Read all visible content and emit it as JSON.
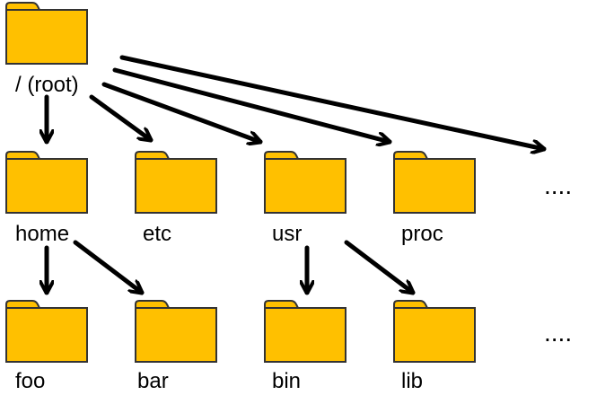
{
  "tree": {
    "root": {
      "label": "/ (root)"
    },
    "level1": [
      {
        "label": "home"
      },
      {
        "label": "etc"
      },
      {
        "label": "usr"
      },
      {
        "label": "proc"
      }
    ],
    "level1_more": "....",
    "level2": [
      {
        "label": "foo",
        "parent": "home"
      },
      {
        "label": "bar",
        "parent": "home"
      },
      {
        "label": "bin",
        "parent": "usr"
      },
      {
        "label": "lib",
        "parent": "usr"
      }
    ],
    "level2_more": "...."
  },
  "colors": {
    "folder_fill": "#FFC000",
    "folder_stroke": "#333333",
    "arrow": "#000000"
  },
  "icons": {
    "folder": "folder-icon",
    "arrow": "arrow-icon"
  }
}
